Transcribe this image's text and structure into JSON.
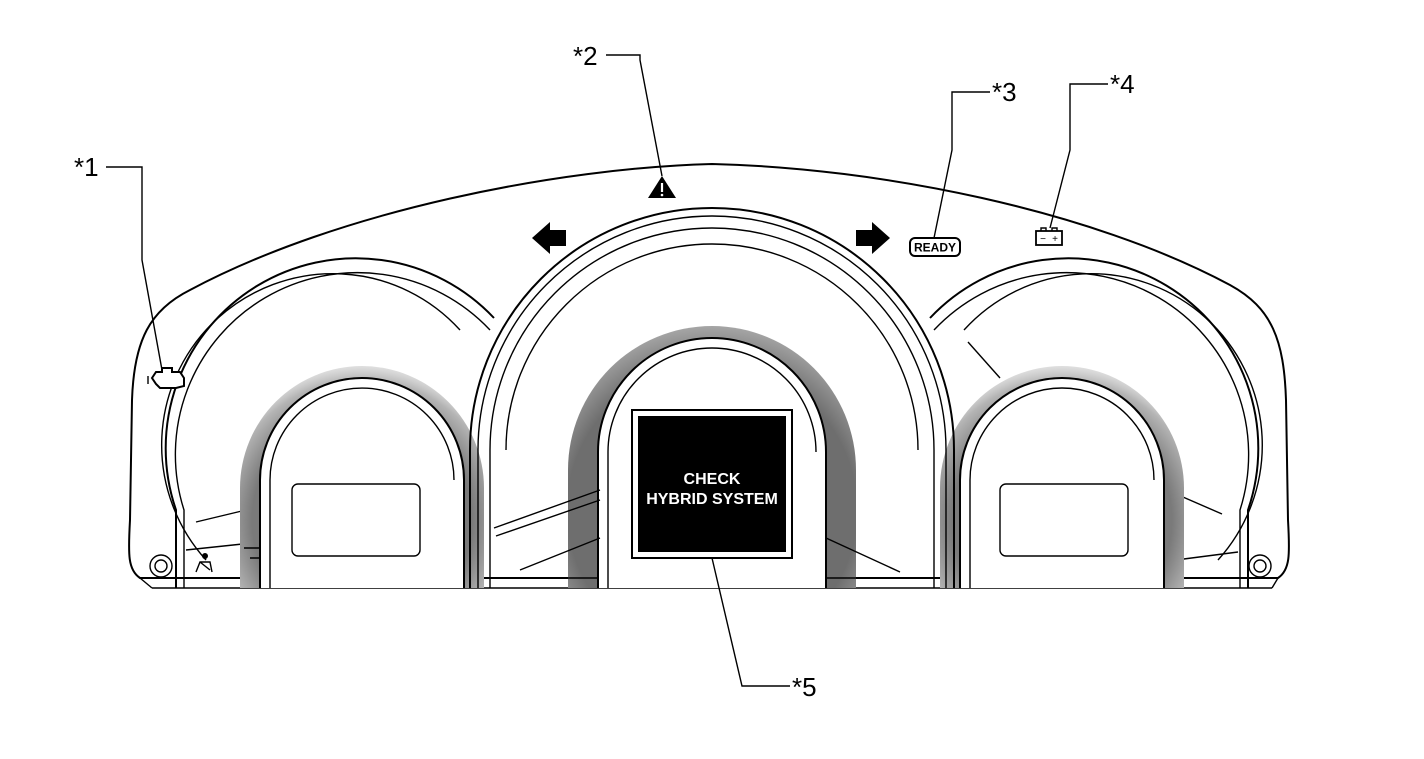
{
  "callouts": [
    {
      "id": "1",
      "label": "*1"
    },
    {
      "id": "2",
      "label": "*2"
    },
    {
      "id": "3",
      "label": "*3"
    },
    {
      "id": "4",
      "label": "*4"
    },
    {
      "id": "5",
      "label": "*5"
    }
  ],
  "display": {
    "line1": "CHECK",
    "line2": "HYBRID SYSTEM"
  },
  "indicators": {
    "ready_label": "READY",
    "battery_minus": "−",
    "battery_plus": "+"
  },
  "icons": {
    "engine": "check-engine-icon",
    "master_warning": "master-warning-icon",
    "turn_left": "turn-left-arrow-icon",
    "turn_right": "turn-right-arrow-icon",
    "ready": "ready-indicator-icon",
    "battery": "charge-warning-icon"
  }
}
